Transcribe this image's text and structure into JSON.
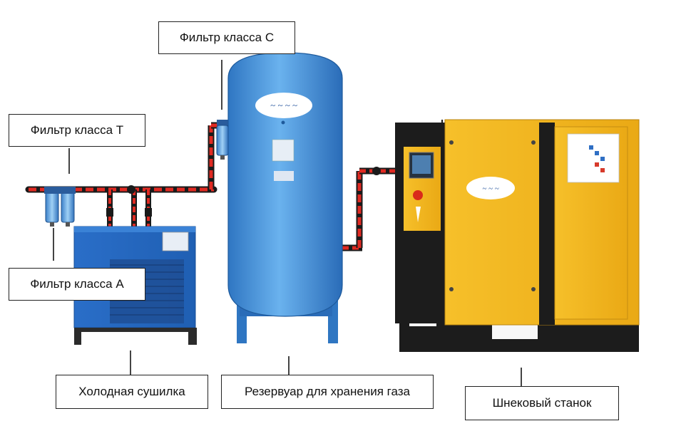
{
  "labels": {
    "filter_c": "Фильтр класса C",
    "filter_t": "Фильтр класса T",
    "filter_a": "Фильтр класса A",
    "dryer": "Холодная сушилка",
    "tank": "Резервуар для хранения газа",
    "compressor": "Шнековый станок"
  },
  "colors": {
    "pipe_red": "#e02a22",
    "pipe_dark": "#1a1a1a",
    "tank_blue": "#3f8fd6",
    "dryer_blue": "#2a6ec8",
    "compressor_yellow": "#f3b520",
    "compressor_black": "#1c1c1c"
  }
}
